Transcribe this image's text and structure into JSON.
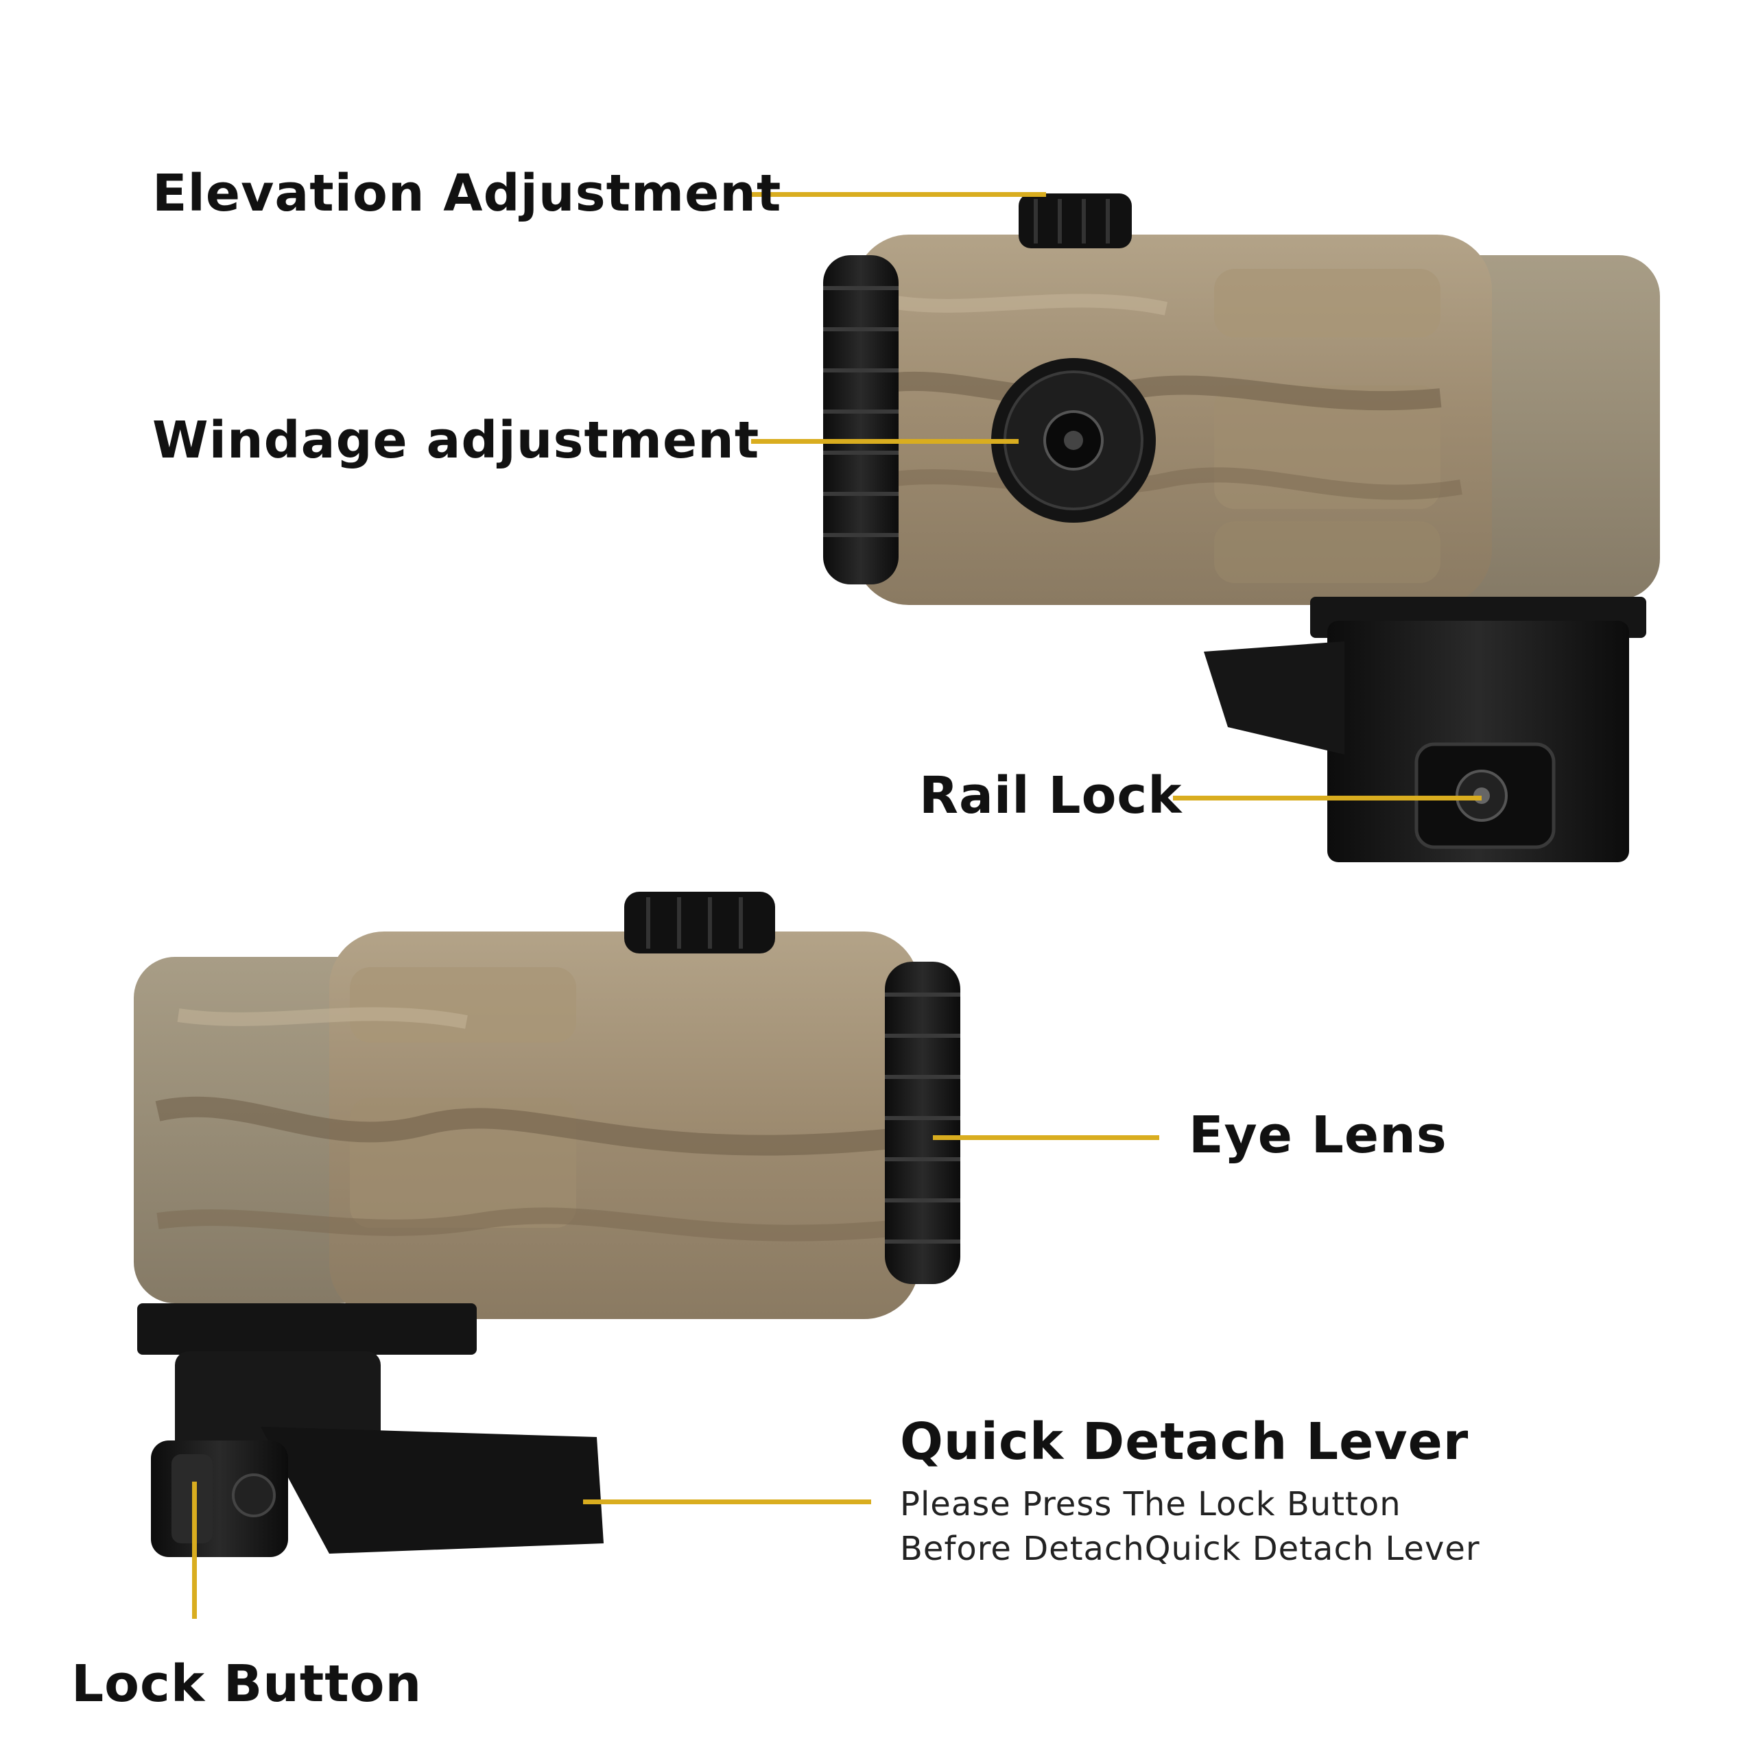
{
  "labels": {
    "elevation": "Elevation Adjustment",
    "windage": "Windage adjustment",
    "rail_lock": "Rail Lock",
    "eye_lens": "Eye Lens",
    "quick_detach": "Quick Detach Lever",
    "quick_detach_note_1": "Please Press The Lock Button",
    "quick_detach_note_2": "Before DetachQuick Detach Lever",
    "lock_button": "Lock Button"
  },
  "colors": {
    "leader": "#d9ad1f",
    "camo_base": "#a6957a",
    "metal": "#141414"
  }
}
